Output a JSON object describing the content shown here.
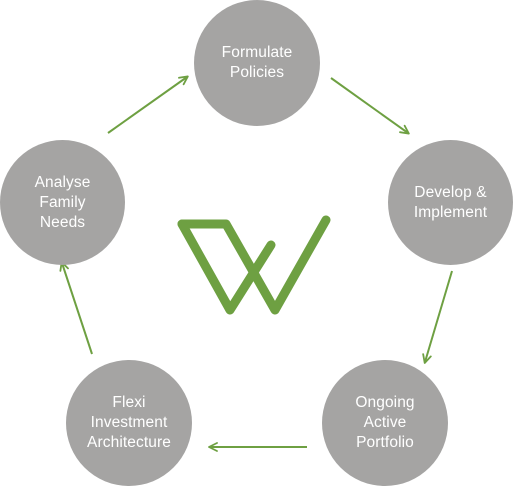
{
  "diagram": {
    "accent_color": "#6ea042",
    "node_color": "#a5a4a3",
    "nodes": [
      {
        "id": "formulate",
        "label": "Formulate\nPolicies"
      },
      {
        "id": "develop",
        "label": "Develop &\nImplement"
      },
      {
        "id": "ongoing",
        "label": "Ongoing\nActive\nPortfolio"
      },
      {
        "id": "flexi",
        "label": "Flexi\nInvestment\nArchitecture"
      },
      {
        "id": "analyse",
        "label": "Analyse\nFamily\nNeeds"
      }
    ],
    "edges": [
      {
        "from": "formulate",
        "to": "develop"
      },
      {
        "from": "develop",
        "to": "ongoing"
      },
      {
        "from": "ongoing",
        "to": "flexi"
      },
      {
        "from": "flexi",
        "to": "analyse"
      },
      {
        "from": "analyse",
        "to": "formulate"
      }
    ],
    "center_logo": {
      "icon": "w-logo-icon"
    }
  }
}
